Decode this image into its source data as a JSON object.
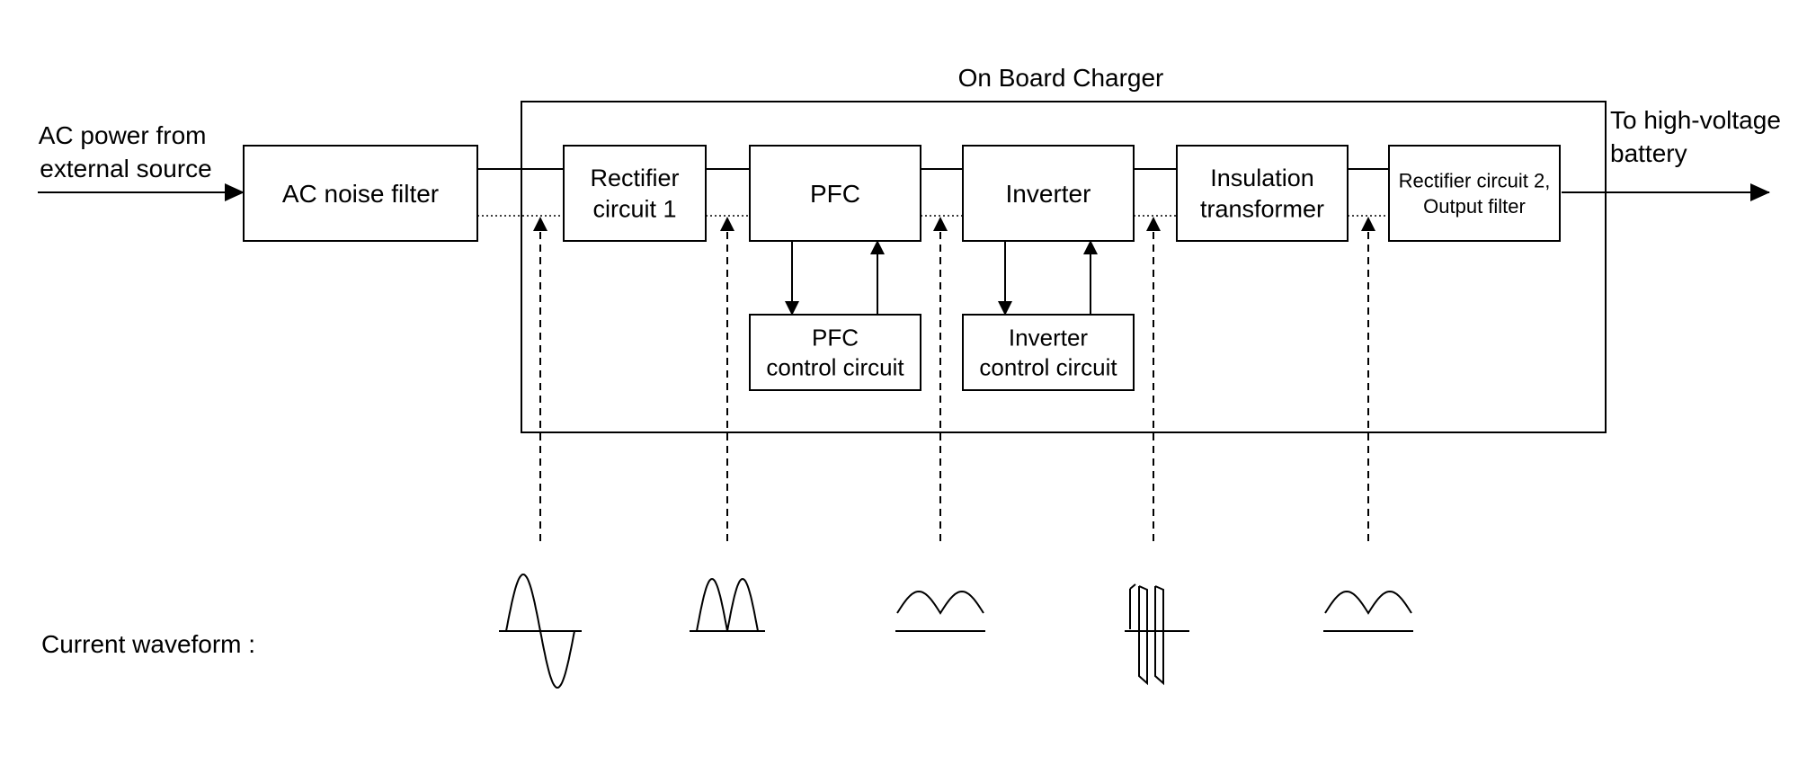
{
  "title": "On Board Charger",
  "input_label": [
    "AC power from",
    "external source"
  ],
  "output_label": [
    "To high-voltage",
    "battery"
  ],
  "noise_filter": {
    "lines": [
      "AC noise filter"
    ]
  },
  "blocks": [
    {
      "id": "rectifier1",
      "lines": [
        "Rectifier",
        "circuit 1"
      ]
    },
    {
      "id": "pfc",
      "lines": [
        "PFC"
      ]
    },
    {
      "id": "inverter",
      "lines": [
        "Inverter"
      ]
    },
    {
      "id": "insulation",
      "lines": [
        "Insulation",
        "transformer"
      ]
    },
    {
      "id": "rectifier2",
      "lines": [
        "Rectifier circuit 2,",
        "Output filter"
      ]
    }
  ],
  "control_blocks": [
    {
      "id": "pfc-control",
      "lines": [
        "PFC",
        "control circuit"
      ]
    },
    {
      "id": "inverter-control",
      "lines": [
        "Inverter",
        "control circuit"
      ]
    }
  ],
  "waveform_label": "Current waveform :",
  "waveforms": [
    {
      "name": "sine-waveform",
      "kind": "ac-sine"
    },
    {
      "name": "rectified-waveform",
      "kind": "full-wave-rectified"
    },
    {
      "name": "pfc-output-waveform",
      "kind": "dc-ripple"
    },
    {
      "name": "inverter-output-waveform",
      "kind": "high-frequency-ac"
    },
    {
      "name": "dc-output-waveform",
      "kind": "dc-ripple"
    }
  ]
}
